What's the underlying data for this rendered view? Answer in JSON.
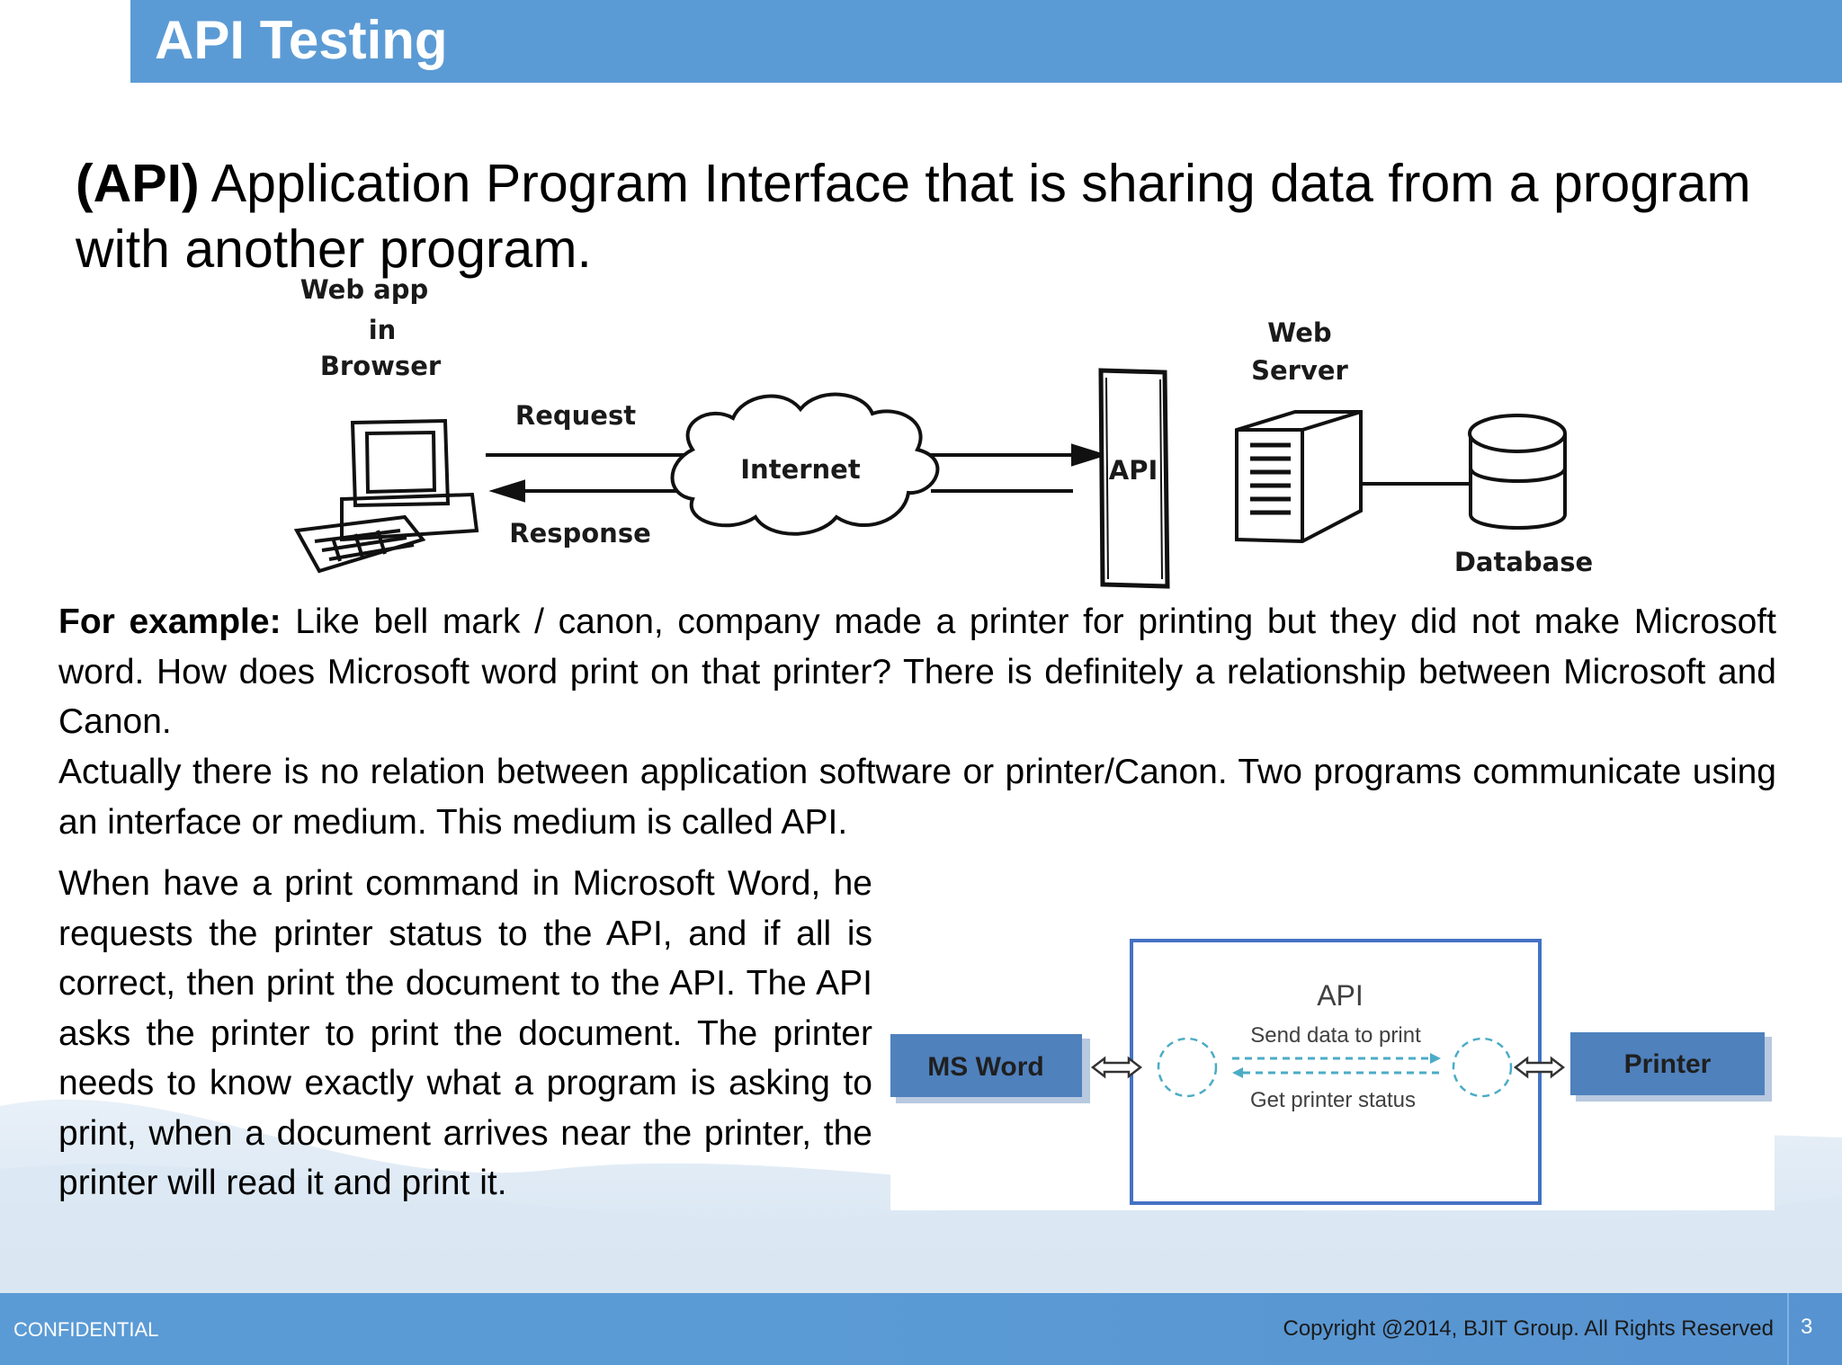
{
  "header": {
    "title": "API Testing"
  },
  "intro": {
    "bold_part": "(API)",
    "text": "Application Program Interface that is sharing data from a program with another program."
  },
  "sketch": {
    "browser_label_lines": [
      "Web app",
      "in",
      "Browser"
    ],
    "request_label": "Request",
    "response_label": "Response",
    "internet_label": "Internet",
    "api_label": "API",
    "server_label_lines": [
      "Web",
      "Server"
    ],
    "database_label": "Database"
  },
  "paragraphs": {
    "example_bold": "For example:",
    "example_text": "Like bell mark / canon, company made a printer for printing but they did not make Microsoft word. How does Microsoft word print on that printer? There is definitely a relationship between Microsoft and Canon.",
    "relation_text": "Actually there is no relation between application software or printer/Canon. Two programs communicate using an interface or medium. This medium is called API.",
    "print_text": "When have a print command in Microsoft Word, he requests the printer status to the API, and if all is correct, then print the document to the API. The API asks the printer to print the document. The printer needs to know exactly what a program is asking to print, when a document arrives near the printer, the printer will read it and print it."
  },
  "flow_diagram": {
    "api_title": "API",
    "left_box": "MS Word",
    "right_box": "Printer",
    "send_label": "Send data to print",
    "status_label": "Get printer status",
    "colors": {
      "box_fill": "#4f81bd",
      "border": "#4472c4",
      "dashed": "#4bacc6"
    }
  },
  "footer": {
    "left": "CONFIDENTIAL",
    "right": "Copyright @2014, BJIT Group. All Rights Reserved",
    "page": "3"
  },
  "colors": {
    "header": "#5b9bd5",
    "footer": "#5b9bd5"
  }
}
